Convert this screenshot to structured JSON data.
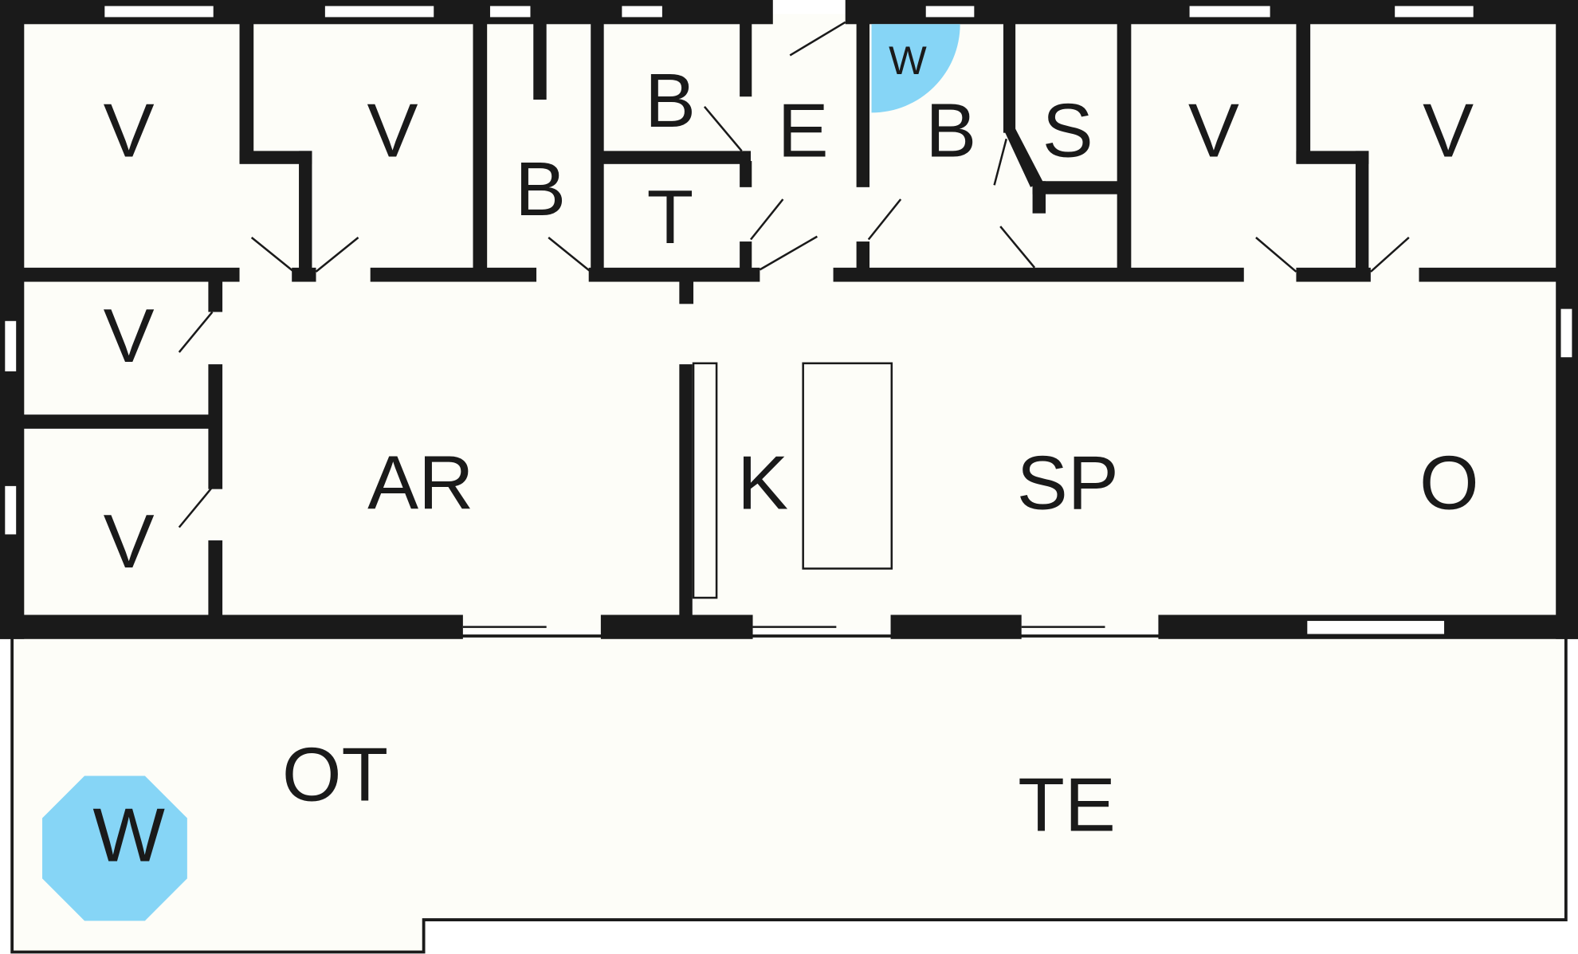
{
  "colors": {
    "background": "#ffffff",
    "floor": "#fdfdf8",
    "wall": "#1a1a1a",
    "marker": "#86d5f6"
  },
  "icons": {
    "marker_large": "octagon-marker-icon",
    "marker_small": "quarter-circle-marker-icon"
  },
  "rooms": {
    "v1": "V",
    "v2": "V",
    "b1": "B",
    "b2": "B",
    "t": "T",
    "e": "E",
    "b3": "B",
    "s": "S",
    "v3": "V",
    "v4": "V",
    "v5": "V",
    "v6": "V",
    "ar": "AR",
    "k": "K",
    "sp": "SP",
    "o": "O",
    "ot": "OT",
    "te": "TE",
    "w_large": "W",
    "w_small": "W"
  }
}
